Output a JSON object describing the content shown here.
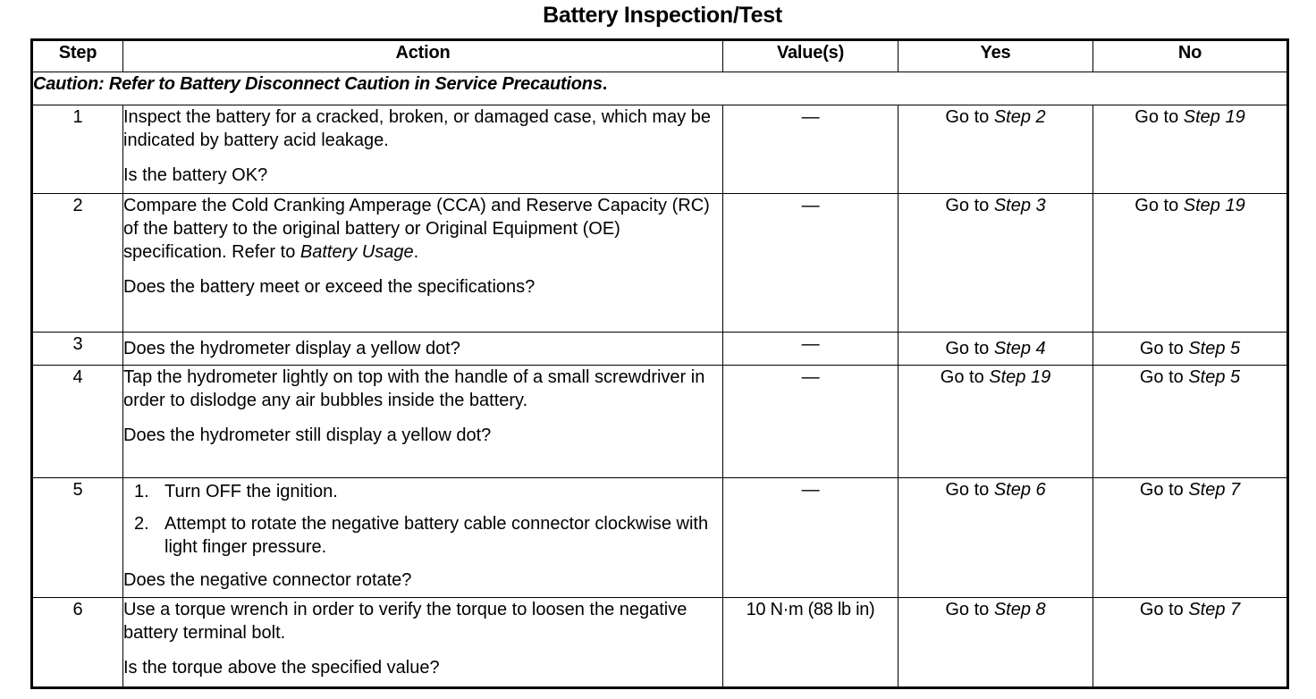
{
  "title": "Battery Inspection/Test",
  "table": {
    "headers": {
      "step": "Step",
      "action": "Action",
      "value": "Value(s)",
      "yes": "Yes",
      "no": "No"
    },
    "caution": {
      "text": "Caution: Refer to Battery Disconnect Caution in Service Precautions",
      "period": "."
    },
    "rows": [
      {
        "step": "1",
        "action_lines": [
          "Inspect the battery for a cracked, broken, or damaged case, which may be indicated by battery acid leakage."
        ],
        "question": "Is the battery OK?",
        "value": "—",
        "yes_prefix": "Go to ",
        "yes_ref": "Step 2",
        "no_prefix": "Go to ",
        "no_ref": "Step 19"
      },
      {
        "step": "2",
        "action_lines": [
          "Compare the Cold Cranking Amperage (CCA) and Reserve Capacity (RC) of the battery to the original battery or Original Equipment  (OE) specification. Refer to "
        ],
        "action_italic": "Battery Usage",
        "action_tail": ".",
        "question": "Does the battery meet or exceed the specifications?",
        "value": "—",
        "yes_prefix": "Go to ",
        "yes_ref": "Step 3",
        "no_prefix": "Go to ",
        "no_ref": "Step 19"
      },
      {
        "step": "3",
        "question": "Does the hydrometer display a yellow dot?",
        "value": "—",
        "yes_prefix": "Go to ",
        "yes_ref": "Step 4",
        "no_prefix": "Go to ",
        "no_ref": "Step 5"
      },
      {
        "step": "4",
        "action_lines": [
          "Tap the hydrometer lightly on top with the handle of a small screwdriver in order to dislodge any air bubbles inside the battery."
        ],
        "question": "Does the hydrometer still display a yellow dot?",
        "value": "—",
        "yes_prefix": "Go to ",
        "yes_ref": "Step 19",
        "no_prefix": "Go to ",
        "no_ref": "Step 5"
      },
      {
        "step": "5",
        "list": [
          {
            "num": "1.",
            "text": "Turn OFF the ignition."
          },
          {
            "num": "2.",
            "text": "Attempt to rotate the negative battery cable connector clockwise with light finger pressure."
          }
        ],
        "question": "Does the negative connector rotate?",
        "value": "—",
        "yes_prefix": "Go to ",
        "yes_ref": "Step 6",
        "no_prefix": "Go to ",
        "no_ref": "Step 7"
      },
      {
        "step": "6",
        "action_lines": [
          "Use a torque wrench in order to verify the torque to loosen the negative battery terminal bolt."
        ],
        "question": "Is the torque above the specified value?",
        "value": "10 N·m (88 lb in)",
        "yes_prefix": "Go to ",
        "yes_ref": "Step 8",
        "no_prefix": "Go to ",
        "no_ref": "Step 7"
      }
    ]
  }
}
